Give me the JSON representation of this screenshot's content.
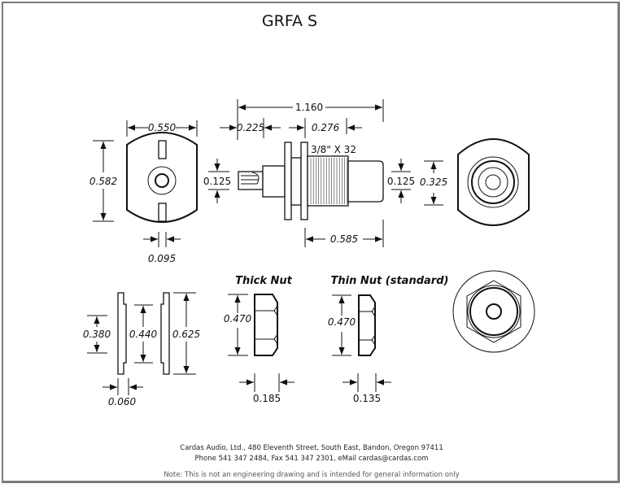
{
  "title": "GRFA S",
  "top_row": {
    "end_view_left": {
      "width": "0.550",
      "height": "0.582",
      "slot_width": "0.095"
    },
    "side_view": {
      "overall_length": "1.160",
      "rear_length": "0.225",
      "front_gap": "0.276",
      "thread_spec": "3/8\" X 32",
      "pin_diameter_left": "0.125",
      "pin_diameter_right": "0.125",
      "front_length": "0.585"
    },
    "end_view_right": {
      "outer_diameter": "0.325"
    }
  },
  "bottom_row": {
    "washers": {
      "inner_height": "0.380",
      "middle_height": "0.440",
      "outer_height": "0.625",
      "thickness": "0.060"
    },
    "thick_nut": {
      "label": "Thick Nut",
      "height": "0.470",
      "thickness": "0.185"
    },
    "thin_nut": {
      "label": "Thin Nut (standard)",
      "height": "0.470",
      "thickness": "0.135"
    }
  },
  "footer": {
    "address": "Cardas Audio, Ltd., 480 Eleventh Street, South East, Bandon, Oregon 97411",
    "contact": "Phone 541 347 2484, Fax 541 347 2301, eMail cardas@cardas.com",
    "note": "Note:  This is not an engineering drawing and is intended for general information only"
  }
}
